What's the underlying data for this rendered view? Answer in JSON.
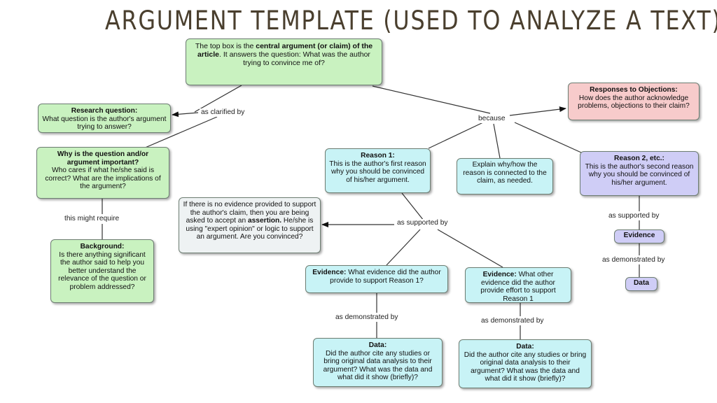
{
  "title": "ARGUMENT TEMPLATE (USED TO ANALYZE A TEXT)",
  "nodes": {
    "top": {
      "pre": "The top box is the ",
      "bold": "central argument (or claim) of the article",
      "post": ". It answers the question: What was the author trying to convince me of?"
    },
    "research": {
      "heading": "Research question:",
      "body": "What question is the author's argument trying to answer?"
    },
    "important": {
      "heading": "Why is the question and/or argument important?",
      "body": "Who cares if what he/she said is correct?  What are the implications of the argument?"
    },
    "background": {
      "heading": "Background:",
      "body": "Is there anything significant the author said to help you better understand the relevance of the question or problem addressed?"
    },
    "objections": {
      "heading": "Responses to Objections:",
      "body": "How does the author acknowledge problems, objections to their claim?"
    },
    "reason1": {
      "heading": "Reason 1:",
      "body": "This is the author's first reason why you should be convinced of his/her argument."
    },
    "explain": {
      "body": "Explain why/how the reason is connected to the claim, as needed."
    },
    "reason2": {
      "heading": "Reason 2, etc.:",
      "body": "This is the author's second reason why you should be convinced of his/her argument."
    },
    "assertion": {
      "pre": "If there is no evidence provided to support the author's claim, then you are being asked to accept an ",
      "bold": "assertion.",
      "post": " He/she is using \"expert opinion\" or logic to support an argument. Are you convinced?"
    },
    "evidence1": {
      "heading": "Evidence:",
      "body": " What evidence did the author provide to support Reason 1?"
    },
    "evidence2": {
      "heading": "Evidence:",
      "body": "  What other evidence did the author provide effort to support Reason 1"
    },
    "evidence3": {
      "heading": "Evidence"
    },
    "data1": {
      "heading": "Data:",
      "body": "Did the author cite any studies or bring original data analysis to their argument? What was the data and what did it show (briefly)?"
    },
    "data2": {
      "heading": "Data:",
      "body": "Did the author cite any studies or bring original data analysis to their argument? What was the data and what did it show (briefly)?"
    },
    "data3": {
      "heading": "Data"
    }
  },
  "links": {
    "clarified": "as clarified by",
    "because": "because",
    "might_require": "this might require",
    "supported1": "as supported by",
    "supported2": "as supported by",
    "demonstrated1": "as demonstrated by",
    "demonstrated2": "as demonstrated by",
    "demonstrated3": "as demonstrated by"
  },
  "colors": {
    "claim_green": "#c9f2c0",
    "reason_cyan": "#c8f3f6",
    "objection_pink": "#f7cbcb",
    "reason2_lavender": "#cfcdf6",
    "assertion_gray": "#eef2f3",
    "title_text": "#4a3f2e"
  }
}
